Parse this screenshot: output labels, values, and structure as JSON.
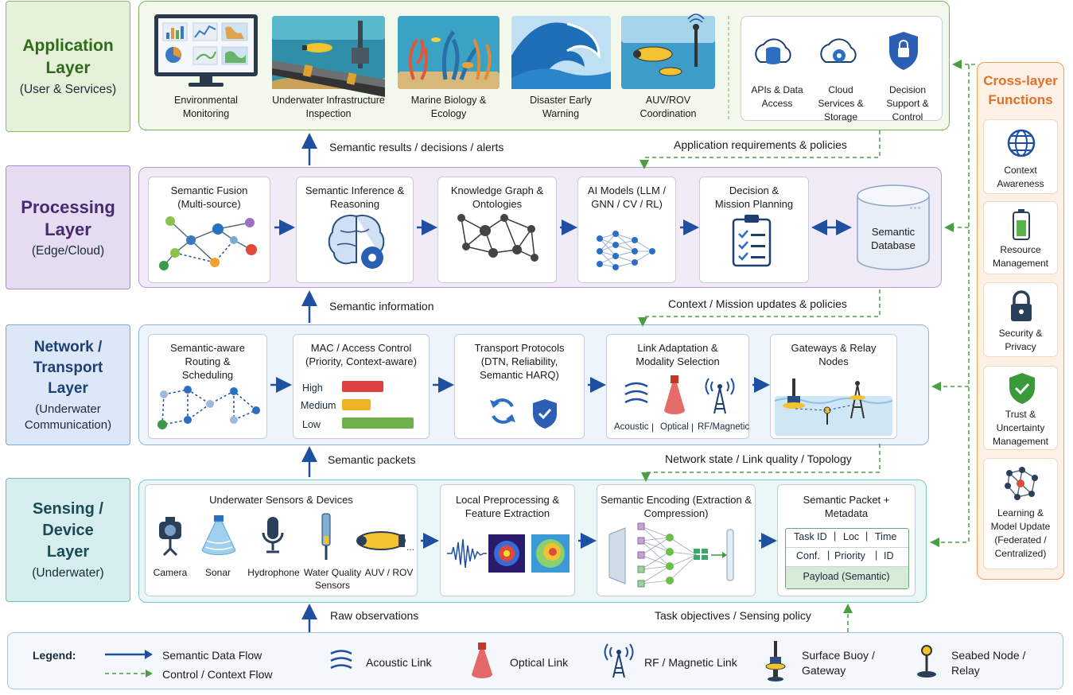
{
  "layers": {
    "application": {
      "title": "Application Layer",
      "subtitle": "(User & Services)"
    },
    "processing": {
      "title": "Processing Layer",
      "subtitle": "(Edge/Cloud)"
    },
    "network": {
      "title": "Network / Transport Layer",
      "subtitle": "(Underwater Communication)"
    },
    "sensing": {
      "title": "Sensing / Device Layer",
      "subtitle": "(Underwater)"
    }
  },
  "application": {
    "apps": [
      "Environmental Monitoring",
      "Underwater Infrastructure Inspection",
      "Marine Biology & Ecology",
      "Disaster Early Warning",
      "AUV/ROV Coordination"
    ],
    "services": [
      "APIs & Data Access",
      "Cloud Services & Storage",
      "Decision Support & Control"
    ]
  },
  "processing": {
    "cards": [
      "Semantic Fusion (Multi-source)",
      "Semantic Inference & Reasoning",
      "Knowledge Graph & Ontologies",
      "AI Models (LLM / GNN / CV / RL)",
      "Decision & Mission Planning"
    ],
    "database": "Semantic Database"
  },
  "network": {
    "routing": "Semantic-aware Routing & Scheduling",
    "mac": "MAC / Access Control (Priority, Context-aware)",
    "priorities": [
      "High",
      "Medium",
      "Low"
    ],
    "transport": "Transport Protocols (DTN, Reliability, Semantic HARQ)",
    "link": "Link Adaptation & Modality Selection",
    "link_modes": [
      "Acoustic",
      "Optical",
      "RF/Magnetic"
    ],
    "gateways": "Gateways & Relay Nodes"
  },
  "sensing": {
    "devices_title": "Underwater Sensors & Devices",
    "devices": [
      "Camera",
      "Sonar",
      "Hydrophone",
      "Water Quality Sensors",
      "AUV / ROV"
    ],
    "preprocessing": "Local Preprocessing & Feature Extraction",
    "encoding": "Semantic Encoding (Extraction & Compression)",
    "packet_title": "Semantic Packet + Metadata",
    "packet_rows": [
      [
        "Task ID",
        "Loc",
        "Time"
      ],
      [
        "Conf.",
        "Priority",
        "ID"
      ]
    ],
    "payload": "Payload (Semantic)"
  },
  "flows": {
    "up1": "Semantic results / decisions / alerts",
    "down1": "Application requirements & policies",
    "up2": "Semantic information",
    "down2": "Context / Mission updates & policies",
    "up3": "Semantic packets",
    "down3": "Network state / Link quality / Topology",
    "up4": "Raw observations",
    "down4": "Task objectives / Sensing policy"
  },
  "cross_layer": {
    "title": "Cross-layer Functions",
    "items": [
      "Context Awareness",
      "Resource Management",
      "Security & Privacy",
      "Trust & Uncertainty Management",
      "Learning & Model Update (Federated / Centralized)"
    ]
  },
  "legend": {
    "title": "Legend:",
    "semantic_flow": "Semantic Data Flow",
    "control_flow": "Control / Context Flow",
    "acoustic": "Acoustic Link",
    "optical": "Optical Link",
    "rf": "RF / Magnetic Link",
    "buoy": "Surface Buoy / Gateway",
    "seabed": "Seabed Node / Relay"
  },
  "colors": {
    "application": "#5a9a3c",
    "processing": "#9b6fc2",
    "network": "#5a8ed0",
    "sensing": "#4ab0ad",
    "cross": "#f0a058",
    "semantic_arrow": "#1e4fa0",
    "control_arrow": "#4aa040"
  }
}
